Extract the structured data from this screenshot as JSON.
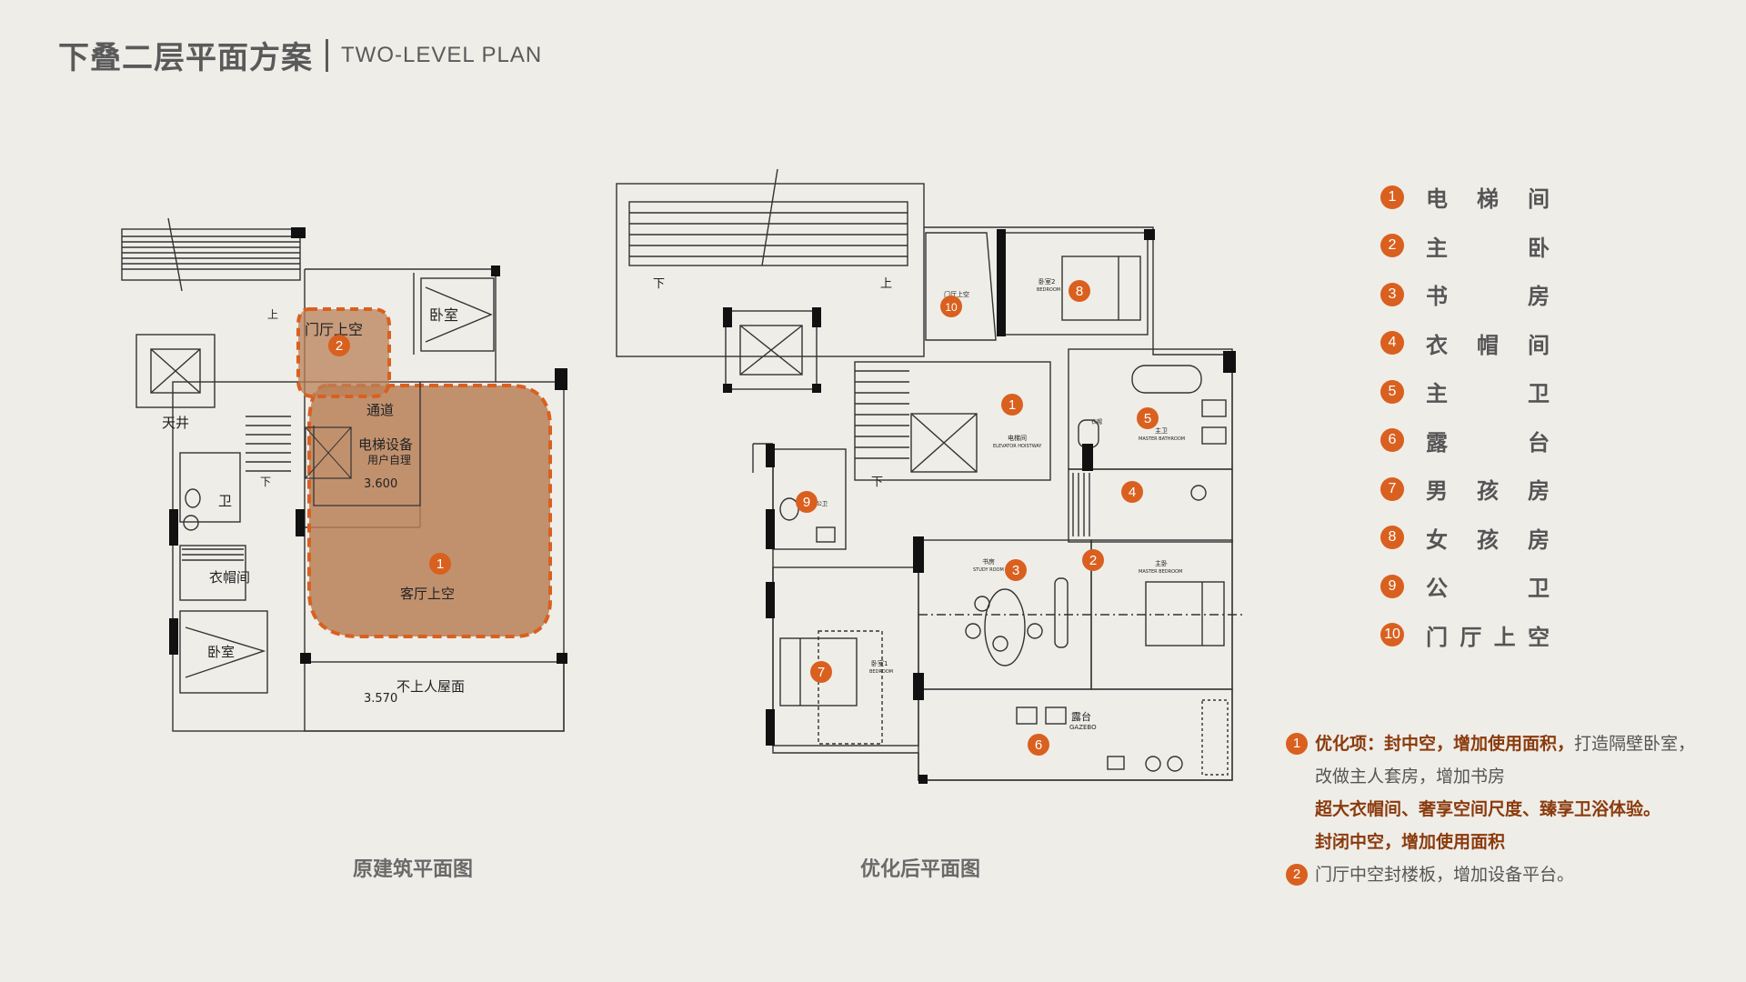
{
  "header": {
    "title_cn": "下叠二层平面方案",
    "title_en": "TWO-LEVEL PLAN"
  },
  "left_plan": {
    "caption": "原建筑平面图",
    "labels": {
      "entry_void": "门厅上空",
      "bedroom_top": "卧室",
      "corridor": "通道",
      "elevator_equip": "电梯设备",
      "user_self": "用户自理",
      "level_3600": "3.600",
      "skywell": "天井",
      "bath": "卫",
      "down": "下",
      "up": "上",
      "closet": "衣帽间",
      "bedroom_bottom": "卧室",
      "living_void": "客厅上空",
      "level_3570": "3.570",
      "roof_no_access": "不上人屋面"
    },
    "markers": [
      "1",
      "2"
    ]
  },
  "right_plan": {
    "caption": "优化后平面图",
    "labels": {
      "down": "下",
      "up": "上",
      "down2": "下",
      "elevator_cn": "电梯间",
      "elevator_en": "ELEVATOR HOISTWAY",
      "study_cn": "书房",
      "study_en": "STUDY ROOM",
      "master_bath_cn": "主卫",
      "master_bath_en": "MASTER BATHROOM",
      "master_bed_cn": "主卧",
      "master_bed_en": "MASTER BEDROOM",
      "gazebo_cn": "露台",
      "gazebo_en": "GAZEBO",
      "girl_cn": "卧室2",
      "girl_en": "BEDROOM",
      "boy_cn": "卧室1",
      "boy_en": "BEDROOM",
      "void_cn": "门厅上空",
      "powder": "公卫",
      "closet_small": "衣帽"
    },
    "markers": [
      "1",
      "2",
      "3",
      "4",
      "5",
      "6",
      "7",
      "8",
      "9",
      "10"
    ]
  },
  "legend": [
    {
      "num": "1",
      "chars": [
        "电",
        "梯",
        "间"
      ]
    },
    {
      "num": "2",
      "chars": [
        "主",
        "卧"
      ]
    },
    {
      "num": "3",
      "chars": [
        "书",
        "房"
      ]
    },
    {
      "num": "4",
      "chars": [
        "衣",
        "帽",
        "间"
      ]
    },
    {
      "num": "5",
      "chars": [
        "主",
        "卫"
      ]
    },
    {
      "num": "6",
      "chars": [
        "露",
        "台"
      ]
    },
    {
      "num": "7",
      "chars": [
        "男",
        "孩",
        "房"
      ]
    },
    {
      "num": "8",
      "chars": [
        "女",
        "孩",
        "房"
      ]
    },
    {
      "num": "9",
      "chars": [
        "公",
        "卫"
      ]
    },
    {
      "num": "10",
      "chars": [
        "门",
        "厅",
        "上",
        "空"
      ]
    }
  ],
  "notes": {
    "n1_num": "1",
    "n1_bold": "优化项：封中空，增加使用面积，",
    "n1_rest": "打造隔壁卧室，",
    "n1_line2": "改做主人套房，增加书房",
    "n1_line3": "超大衣帽间、奢享空间尺度、臻享卫浴体验。",
    "n1_line4": "封闭中空，增加使用面积",
    "n2_num": "2",
    "n2_text": "门厅中空封楼板，增加设备平台。"
  },
  "colors": {
    "accent": "#d9601f",
    "void_fill": "#b9805a",
    "background": "#efede8",
    "wall": "#111111"
  }
}
